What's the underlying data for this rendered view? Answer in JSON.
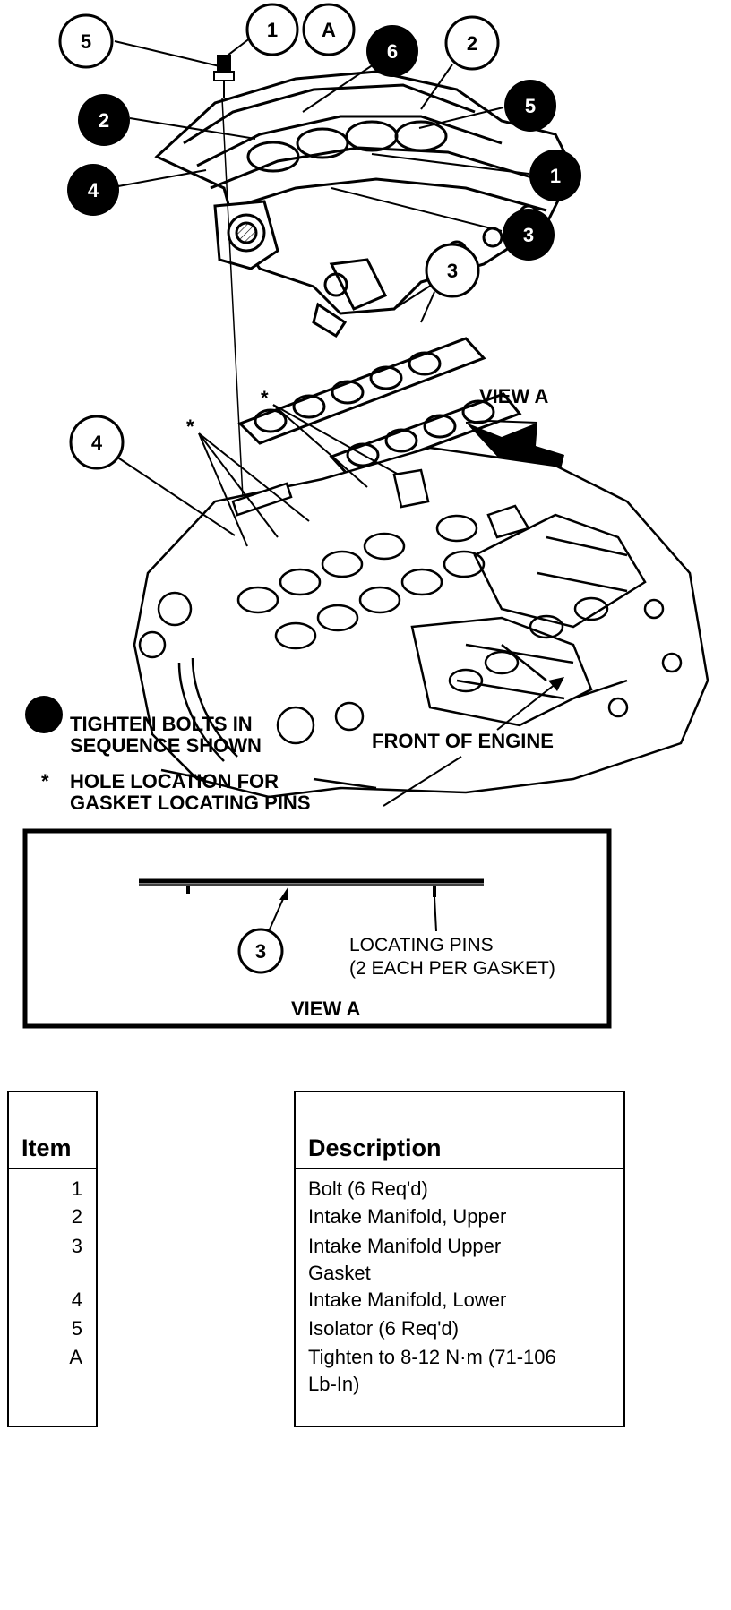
{
  "diagram": {
    "callouts": {
      "top_5": "5",
      "top_1": "1",
      "top_A": "A",
      "top_6": "6",
      "top_2": "2",
      "seq_2": "2",
      "seq_5": "5",
      "seq_4": "4",
      "seq_1": "1",
      "seq_3": "3",
      "gasket_3": "3",
      "lower_4": "4",
      "view_a_3": "3"
    },
    "asterisk": "*",
    "view_a_arrow_label": "VIEW A",
    "legend": {
      "bolts_line1": "TIGHTEN BOLTS IN",
      "bolts_line2": "SEQUENCE SHOWN",
      "star_symbol": "*",
      "pins_line1": "HOLE LOCATION FOR",
      "pins_line2": "GASKET LOCATING PINS"
    },
    "front_of_engine": "FRONT OF ENGINE",
    "view_a_box": {
      "pins_line1": "LOCATING PINS",
      "pins_line2": "(2 EACH PER GASKET)",
      "title": "VIEW A"
    }
  },
  "table": {
    "item_header": "Item",
    "description_header": "Description",
    "rows": [
      {
        "item": "1",
        "desc1": "Bolt (6 Req'd)",
        "desc2": ""
      },
      {
        "item": "2",
        "desc1": "Intake Manifold, Upper",
        "desc2": ""
      },
      {
        "item": "3",
        "desc1": "Intake Manifold Upper",
        "desc2": "Gasket"
      },
      {
        "item": "4",
        "desc1": "Intake Manifold, Lower",
        "desc2": ""
      },
      {
        "item": "5",
        "desc1": "Isolator (6 Req'd)",
        "desc2": ""
      },
      {
        "item": "A",
        "desc1": "Tighten to 8-12 N·m (71-106",
        "desc2": "Lb-In)"
      }
    ]
  }
}
